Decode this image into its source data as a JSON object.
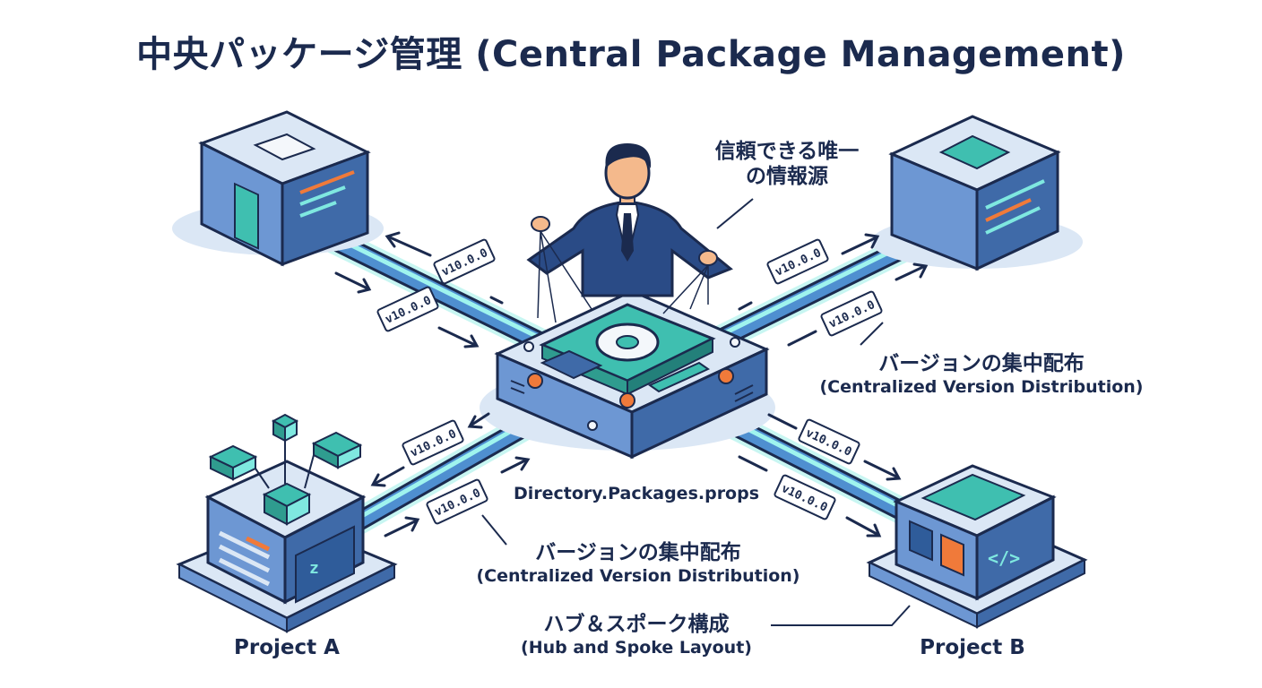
{
  "title": "中央パッケージ管理 (Central Package Management)",
  "source_of_truth": {
    "line1": "信頼できる唯一",
    "line2": "の情報源"
  },
  "distribution_right": {
    "main": "バージョンの集中配布",
    "sub": "(Centralized Version Distribution)"
  },
  "distribution_bottom": {
    "main": "バージョンの集中配布",
    "sub": "(Centralized Version Distribution)"
  },
  "hub_spoke": {
    "main": "ハブ＆スポーク構成",
    "sub": "(Hub and Spoke Layout)"
  },
  "hub_file": "Directory.Packages.props",
  "project_a": "Project A",
  "project_b": "Project B",
  "version_tags": [
    "v10.0.0",
    "v10.0.0",
    "v10.0.0",
    "v10.0.0",
    "v10.0.0",
    "v10.0.0",
    "v10.0.0",
    "v10.0.0"
  ],
  "colors": {
    "navy": "#1b2a4e",
    "teal": "#3fbfb0",
    "blue": "#4f7fc4",
    "pale": "#dbe7f5",
    "orange": "#f07a3a",
    "glow": "#7fe8e0"
  }
}
